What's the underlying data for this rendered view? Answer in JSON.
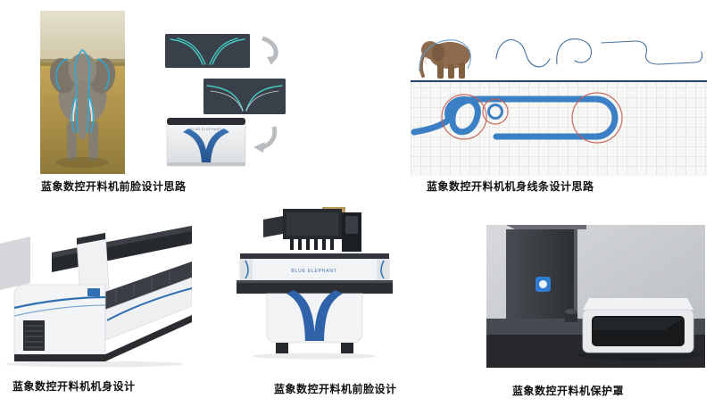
{
  "captions": {
    "front_face_concept": "蓝象数控开料机前脸设计思路",
    "body_lines_concept": "蓝象数控开料机机身线条设计思路",
    "body_design": "蓝象数控开料机机身设计",
    "front_face_design": "蓝象数控开料机前脸设计",
    "protective_cover": "蓝象数控开料机保护罩"
  },
  "labels": {
    "brand_small_panel": "BLUE ELEPHANT",
    "brand_machine_front": "BLUE ELEPHANT"
  },
  "colors": {
    "accent_blue": "#2f6fb2",
    "deep_blue": "#2f62a8",
    "trace_cyan": "#3fc8c4",
    "sketch_blue": "#46729c",
    "thick_line_blue": "#3b7fc4",
    "annotation_red": "#c65b52",
    "dark_panel": "#394049",
    "machine_dark": "#26292e",
    "machine_white": "#f2f3f5",
    "caption_text": "#111111"
  }
}
